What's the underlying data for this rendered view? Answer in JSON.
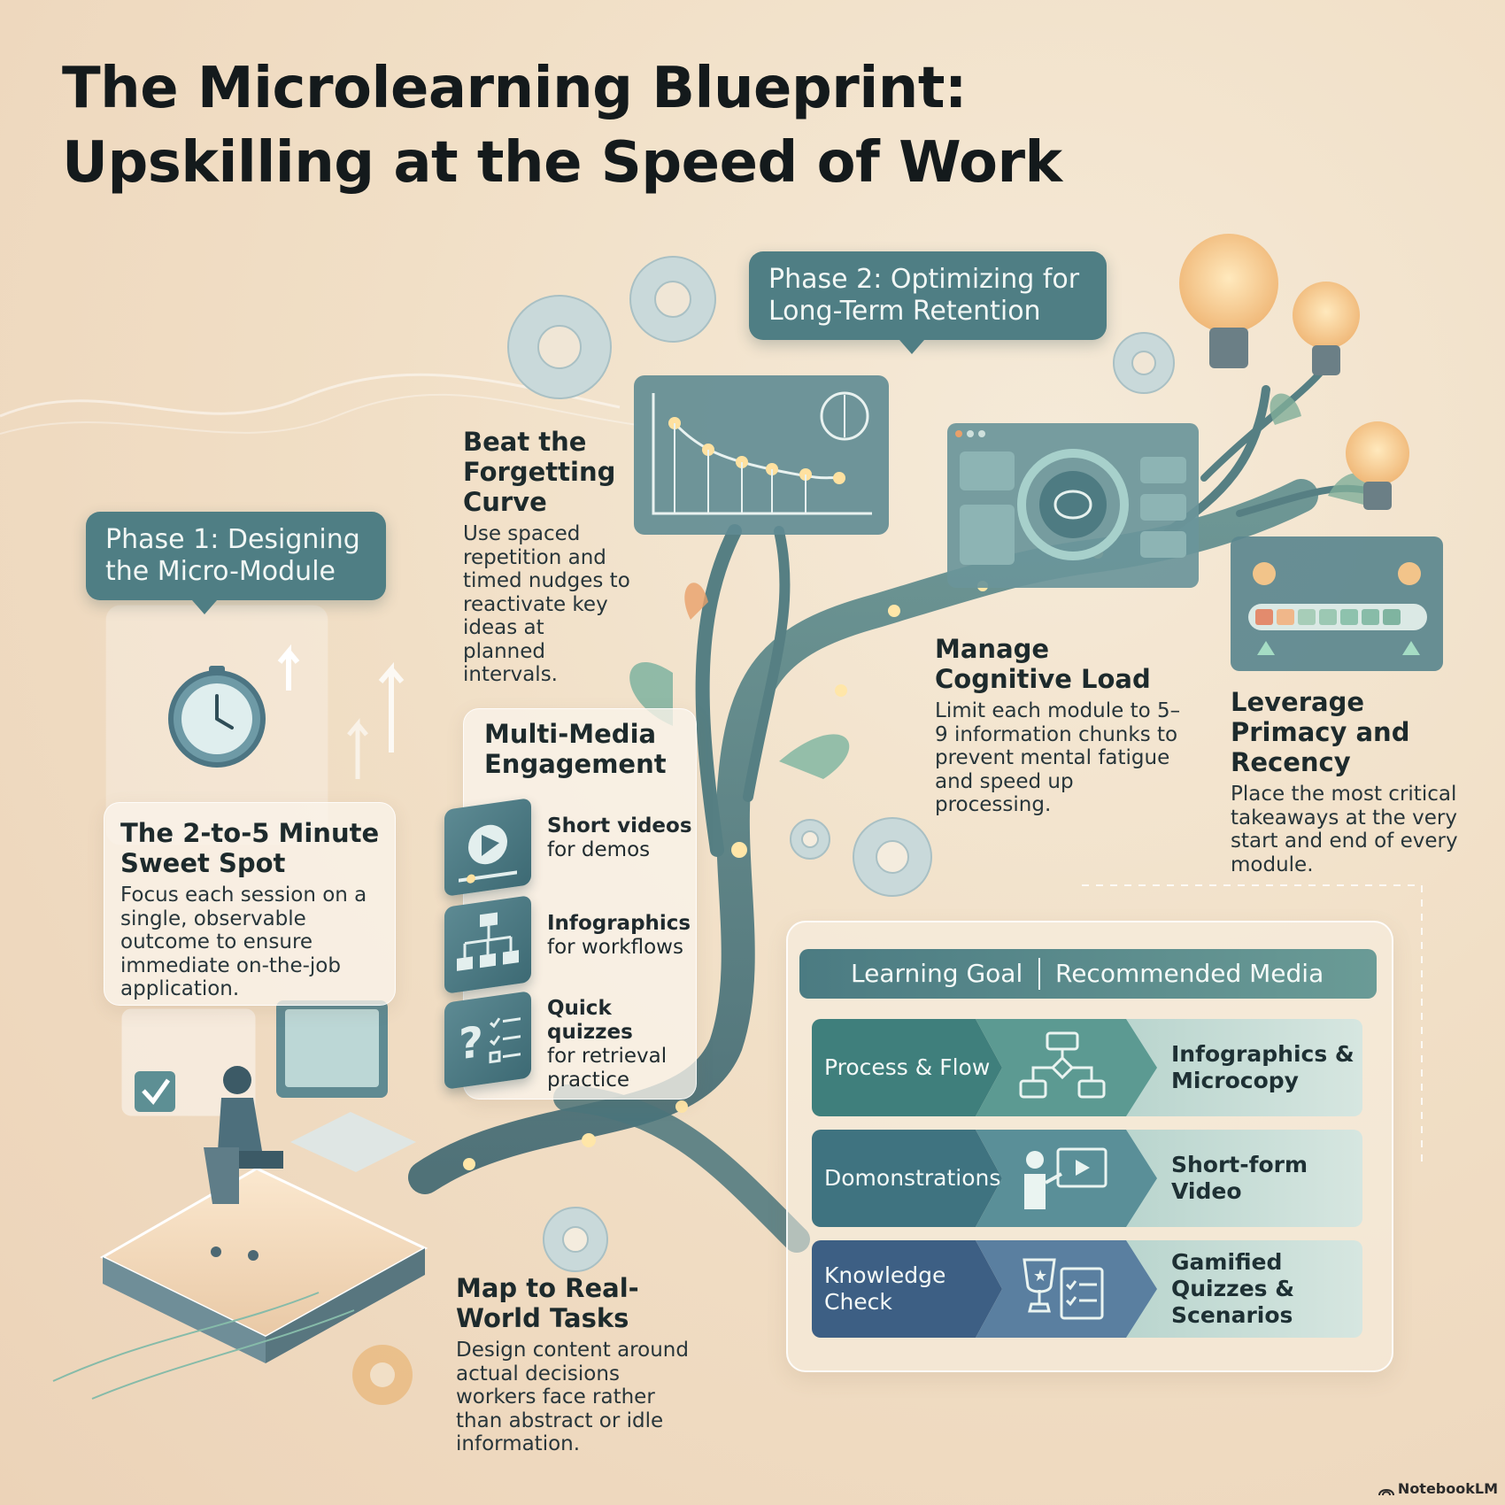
{
  "title": {
    "line1": "The Microlearning Blueprint:",
    "line2": "Upskilling at the Speed of Work"
  },
  "phase1": {
    "label": "Phase 1: Designing the Micro-Module"
  },
  "phase2": {
    "label": "Phase 2: Optimizing for Long-Term Retention"
  },
  "sweet_spot": {
    "title": "The 2-to-5 Minute Sweet Spot",
    "body": "Focus each session on a single, observable outcome to ensure immediate on-the-job application."
  },
  "forgetting": {
    "title": "Beat the Forgetting Curve",
    "body": "Use spaced repetition and timed nudges to reactivate key ideas at planned intervals."
  },
  "multimedia": {
    "title": "Multi-Media Engagement",
    "items": [
      {
        "name": "Short videos",
        "desc": "for demos",
        "icon": "video-play-icon"
      },
      {
        "name": "Infographics",
        "desc": "for workflows",
        "icon": "flowchart-icon"
      },
      {
        "name": "Quick quizzes",
        "desc": "for retrieval practice",
        "icon": "quiz-icon"
      }
    ]
  },
  "cognitive": {
    "title": "Manage Cognitive Load",
    "body": "Limit each module to 5–9 information chunks to prevent mental fatigue and speed up processing."
  },
  "primacy": {
    "title": "Leverage Primacy and Recency",
    "body": "Place the most critical takeaways at the very start and end of every module."
  },
  "real_world": {
    "title": "Map to Real-World Tasks",
    "body": "Design content around actual decisions workers face rather than abstract or idle information."
  },
  "table": {
    "col1": "Learning Goal",
    "col2": "Recommended Media",
    "rows": [
      {
        "goal": "Process & Flow",
        "media": "Infographics & Microcopy",
        "icon": "flowchart-icon",
        "color": "#3f7f7c"
      },
      {
        "goal": "Domonstrations",
        "media": "Short-form Video",
        "icon": "presenter-video-icon",
        "color": "#3f7380"
      },
      {
        "goal": "Knowledge Check",
        "media": "Gamified Quizzes & Scenarios",
        "icon": "trophy-checklist-icon",
        "color": "#3d5f84"
      }
    ]
  },
  "brand": "NotebookLM",
  "colors": {
    "teal": "#4f7e84",
    "background": "#f1dfc6",
    "bulb": "#f2c48a",
    "glow": "#ffe2a6"
  }
}
